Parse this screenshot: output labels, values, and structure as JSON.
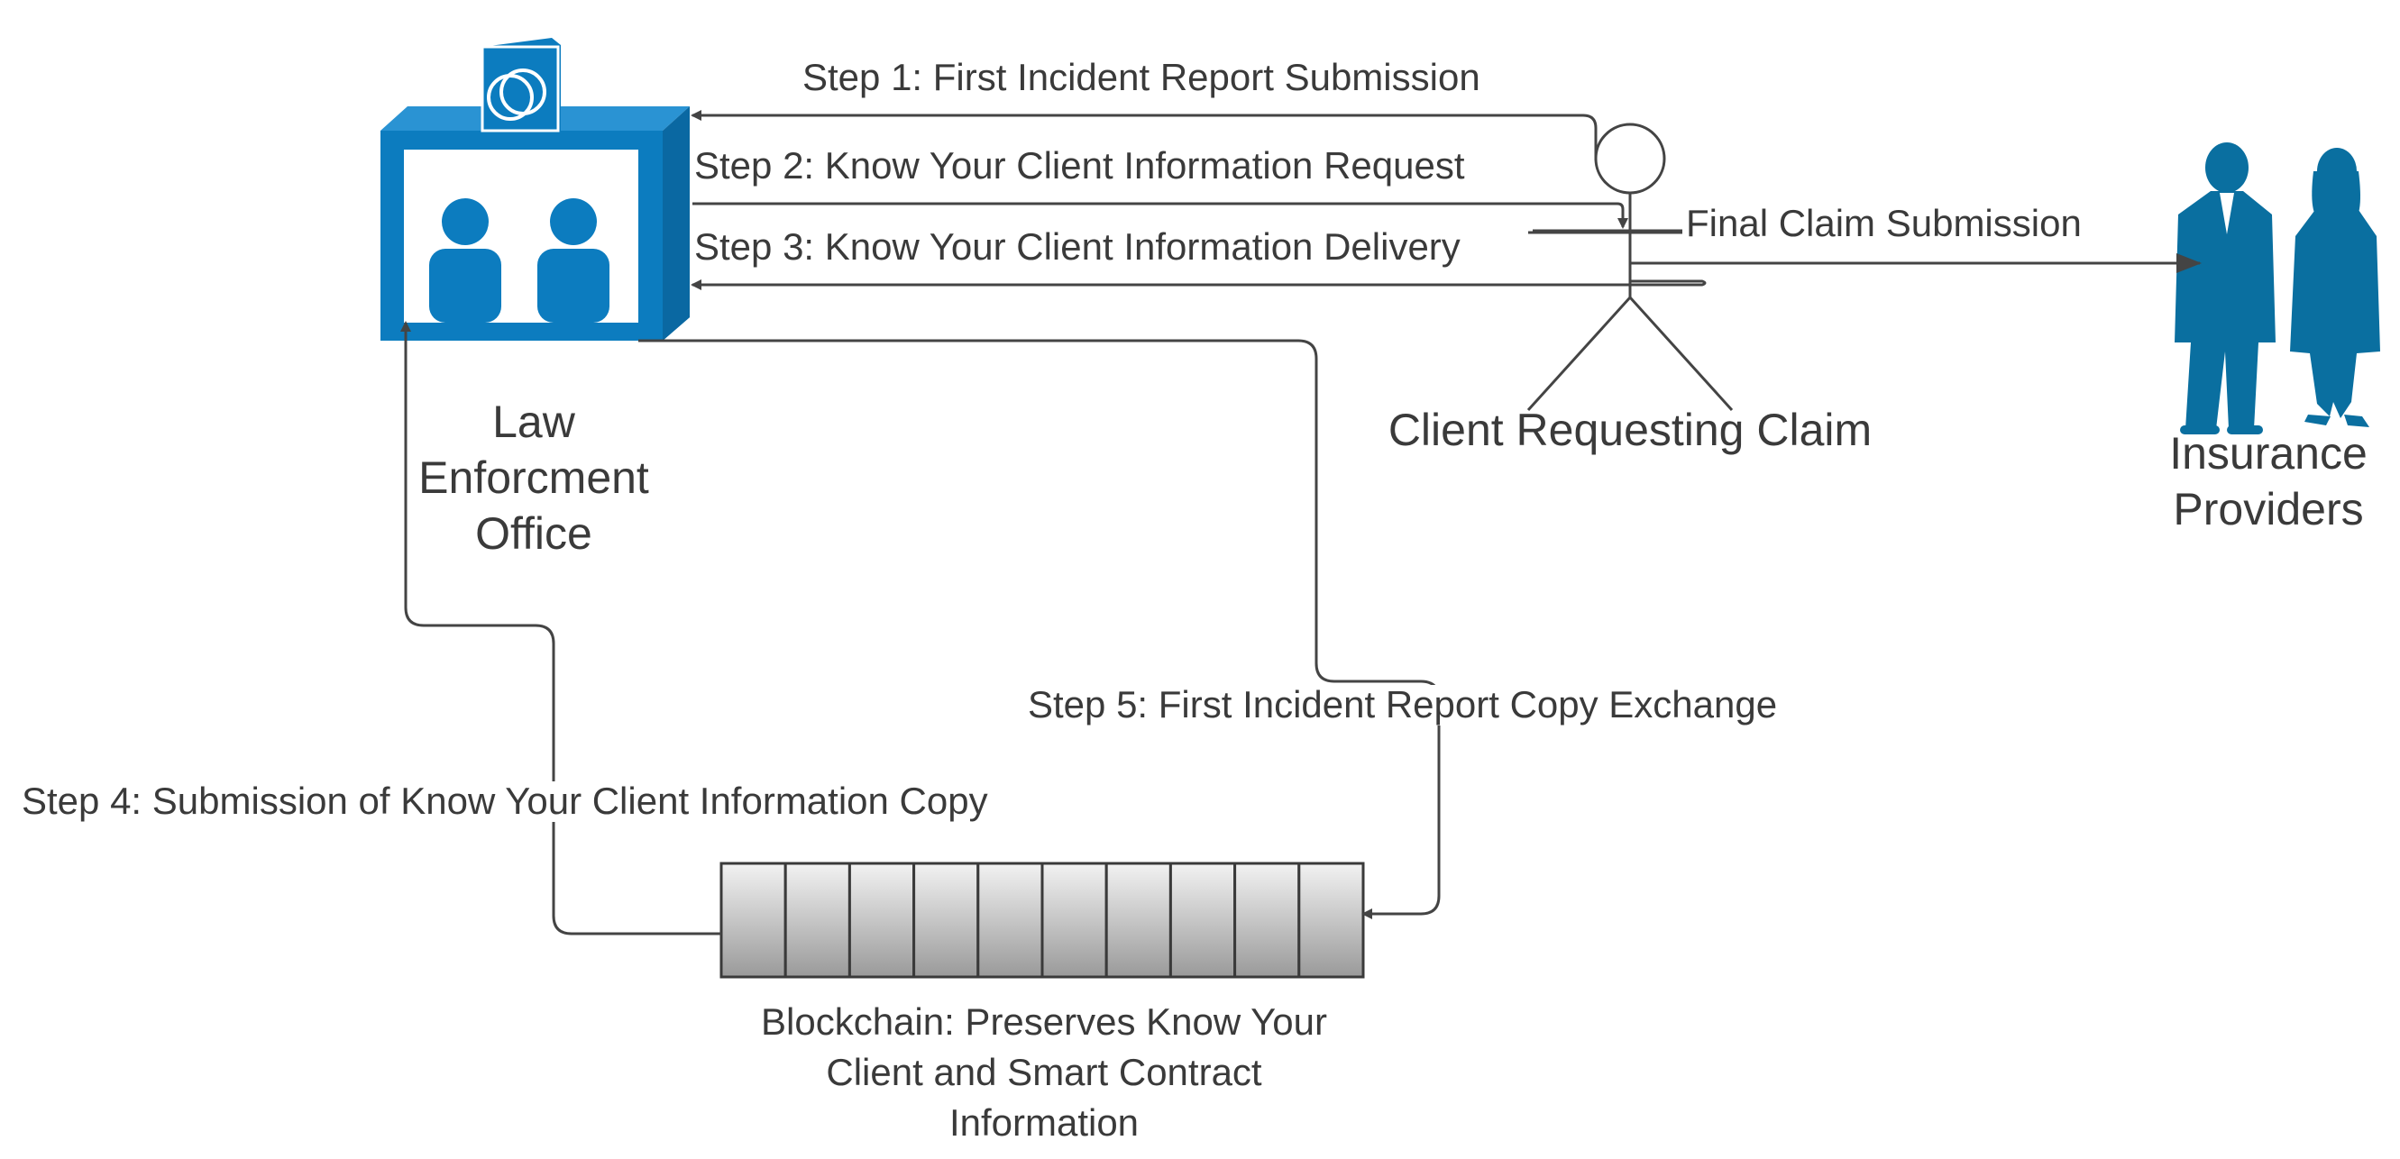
{
  "colors": {
    "office_blue": "#0c7cbf",
    "person_blue": "#0a6fa0",
    "line": "#444444",
    "text": "#3a3a3a"
  },
  "nodes": {
    "office": {
      "icon": "police-office-icon",
      "label_lines": [
        "Law",
        "Enforcment",
        "Office"
      ]
    },
    "client": {
      "icon": "stick-figure-icon",
      "label": "Client Requesting Claim"
    },
    "insurance": {
      "icon": "business-people-icon",
      "label_lines": [
        "Insurance",
        "Providers"
      ]
    },
    "blockchain": {
      "icon": "blockchain-blocks-icon",
      "block_count": 10,
      "label_lines": [
        "Blockchain: Preserves Know Your",
        "Client and Smart Contract",
        "Information"
      ]
    }
  },
  "edges": {
    "step1": "Step 1: First Incident Report Submission",
    "step2": "Step 2: Know Your Client Information Request",
    "step3": "Step 3: Know Your Client Information Delivery",
    "step4": "Step 4: Submission of Know Your Client Information Copy",
    "step5": "Step 5: First Incident Report Copy Exchange",
    "final": "Final Claim Submission"
  }
}
